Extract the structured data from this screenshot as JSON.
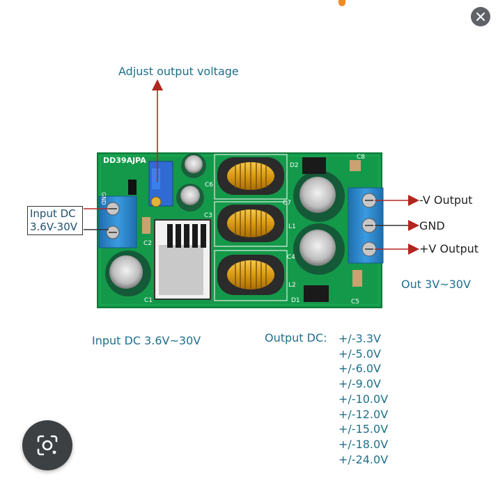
{
  "annotations": {
    "adjust": "Adjust output voltage",
    "input_box_line1": "Input DC",
    "input_box_line2": "3.6V-30V",
    "neg_output": "-V Output",
    "gnd": "GND",
    "pos_output": "+V Output",
    "out_range": "Out 3V~30V",
    "input_dc": "Input DC 3.6V~30V",
    "output_dc_label": "Output DC:"
  },
  "output_voltages": [
    "+/-3.3V",
    "+/-5.0V",
    "+/-6.0V",
    "+/-9.0V",
    "+/-10.0V",
    "+/-12.0V",
    "+/-15.0V",
    "+/-18.0V",
    "+/-24.0V"
  ],
  "board": {
    "model": "DD39AJPA",
    "silkscreen": {
      "gnd": "GND",
      "c1": "C1",
      "c2": "C2",
      "c3": "C3",
      "c4": "C4",
      "c5": "C5",
      "c6": "C6",
      "c7": "C7",
      "c8": "C8",
      "d1": "D1",
      "d2": "D2",
      "l1": "L1",
      "l2": "L2"
    }
  },
  "colors": {
    "pcb": "#14994a",
    "terminal": "#2a86c9",
    "arrow": "#b3261e",
    "text_blue": "#1f6f8b"
  },
  "icons": {
    "close": "close-icon",
    "lens": "lens-icon"
  }
}
